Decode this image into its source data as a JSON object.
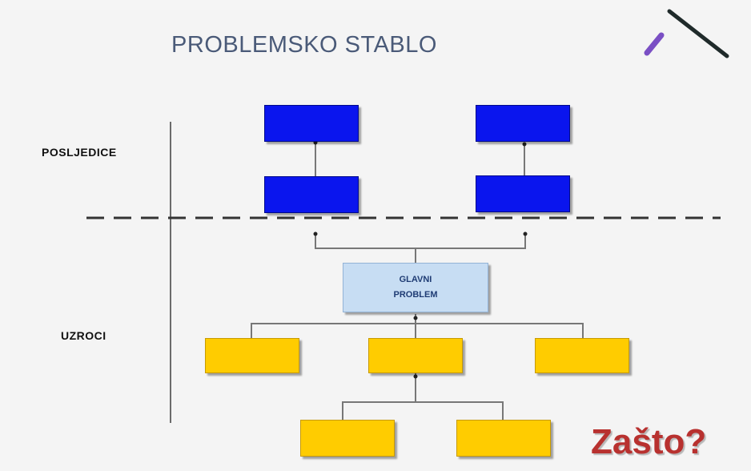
{
  "title": "PROBLEMSKO STABLO",
  "labels": {
    "consequences": "POSLJEDICE",
    "causes": "UZROCI"
  },
  "main_problem": {
    "line1": "GLAVNI",
    "line2": "PROBLEM"
  },
  "question": "Zašto?",
  "colors": {
    "effect_box": "#0a15ee",
    "cause_box": "#ffcc00",
    "main_box": "#c7ddf3",
    "title": "#4a5a78",
    "question": "#b8312f",
    "pen": "#7a4fc4"
  },
  "icons": [
    "pen-icon"
  ]
}
